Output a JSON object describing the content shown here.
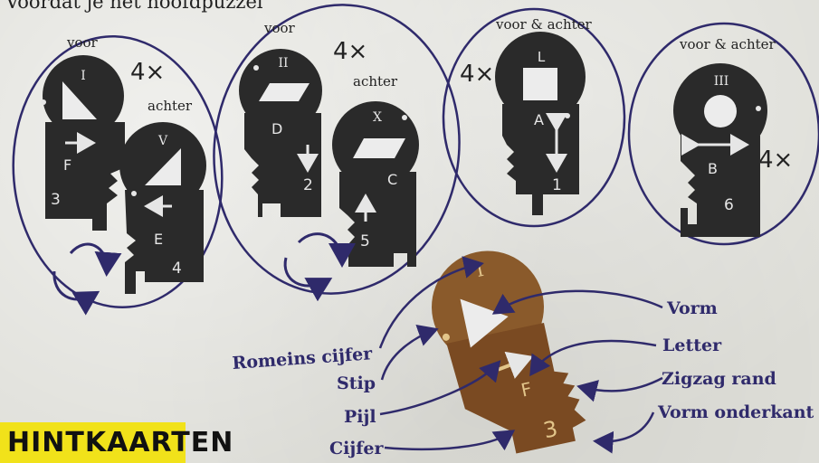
{
  "intro_text": "Voordat je het hoofdpuzzel",
  "hint_badge": "HINTKAARTEN",
  "groups": [
    {
      "cards": [
        {
          "side_label": "voor",
          "roman": "I",
          "letter": "F",
          "number": "3"
        },
        {
          "side_label": "achter",
          "roman": "V",
          "letter": "E",
          "number": "4"
        }
      ],
      "count": "4×"
    },
    {
      "cards": [
        {
          "side_label": "voor",
          "roman": "II",
          "letter": "D",
          "number": "2"
        },
        {
          "side_label": "achter",
          "roman": "X",
          "letter": "C",
          "number": "5"
        }
      ],
      "count": "4×"
    },
    {
      "cards": [
        {
          "side_label": "voor & achter",
          "roman": "L",
          "letter": "A",
          "number": "1"
        }
      ],
      "count": "4×"
    },
    {
      "cards": [
        {
          "side_label": "voor & achter",
          "roman": "III",
          "letter": "B",
          "number": "6"
        }
      ],
      "count": "4×"
    }
  ],
  "legend_card": {
    "roman": "I",
    "letter": "F",
    "number": "3"
  },
  "legend_labels": {
    "vorm": "Vorm",
    "letter": "Letter",
    "zigzag": "Zigzag rand",
    "vorm_onderkant": "Vorm onderkant",
    "romeins": "Romeins cijfer",
    "stip": "Stip",
    "pijl": "Pijl",
    "cijfer": "Cijfer"
  },
  "colors": {
    "card": "#2a2a2a",
    "card_text": "#e6e6e6",
    "ink": "#2f2a6b",
    "legend_card": "#8a5a2b",
    "legend_text": "#e2c58a",
    "badge": "#f1e21a"
  }
}
